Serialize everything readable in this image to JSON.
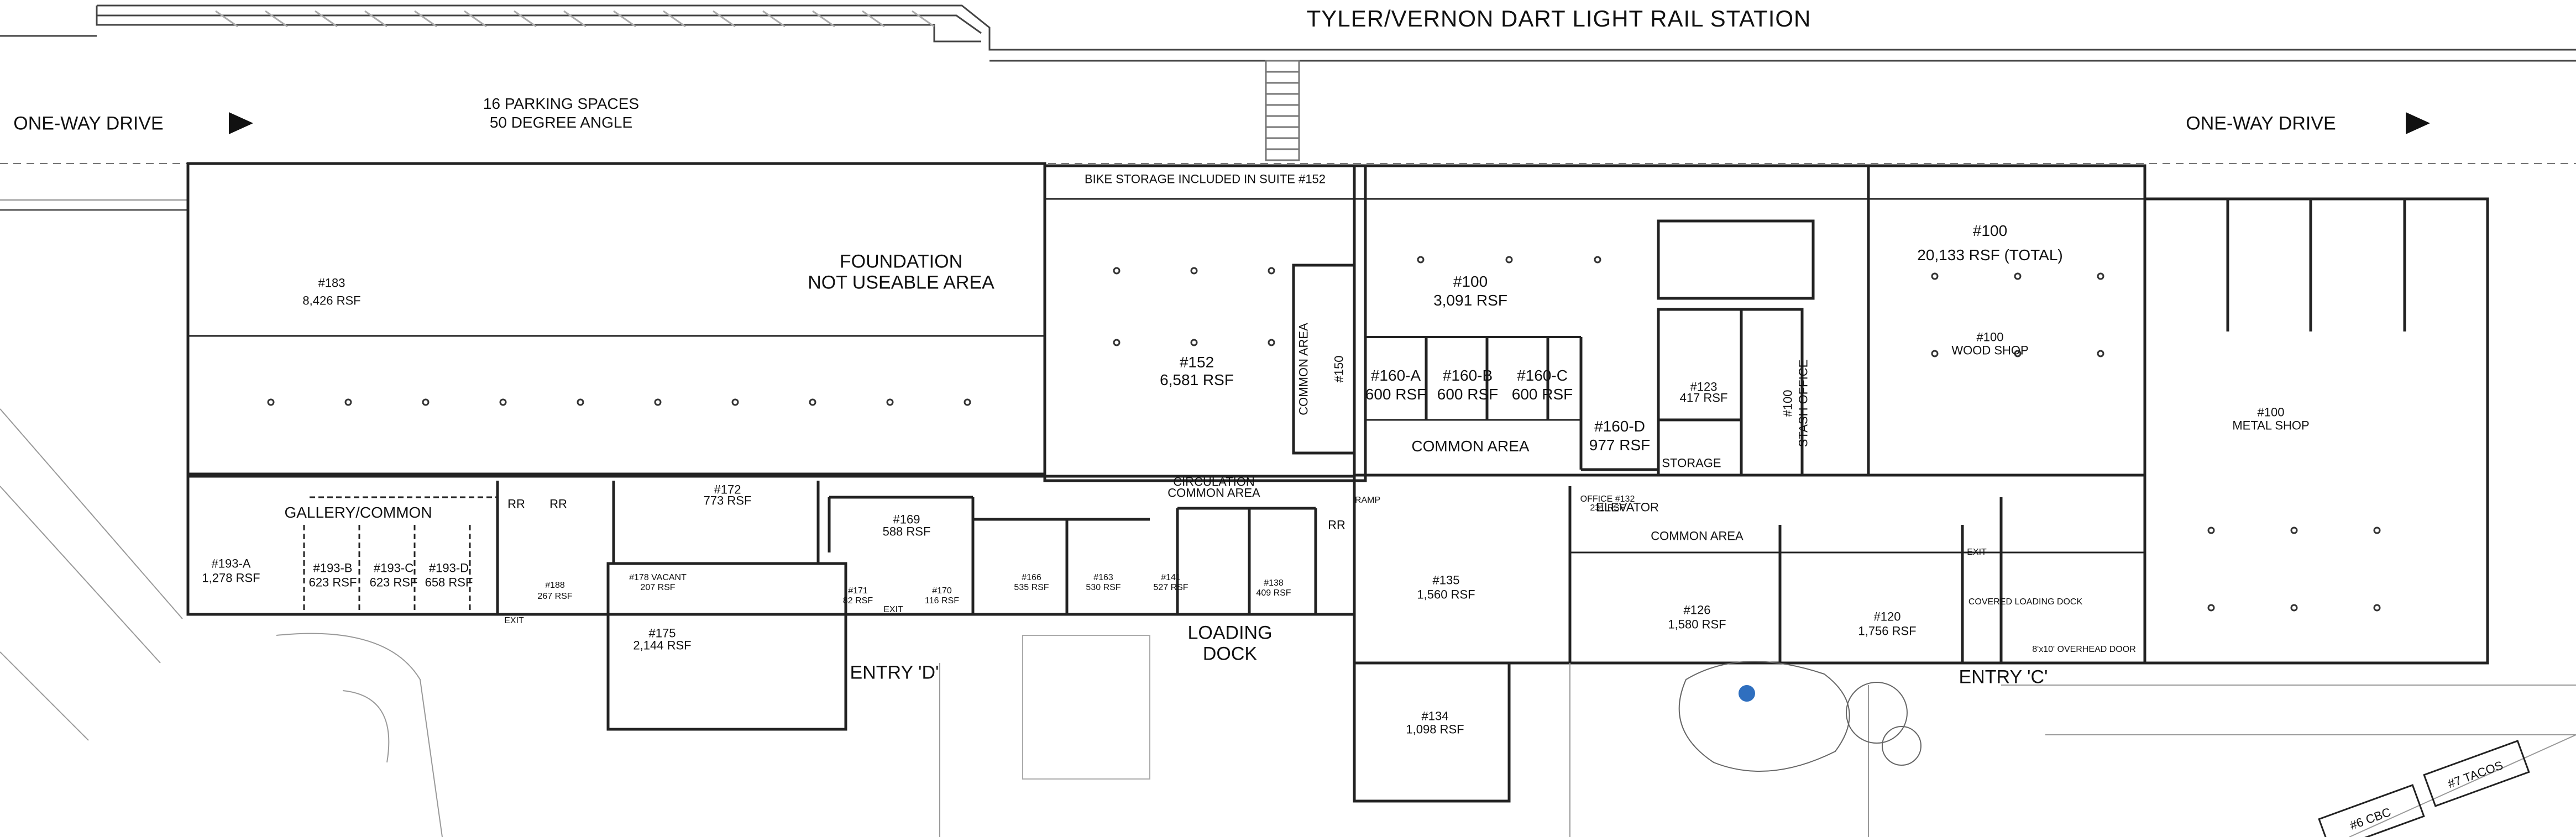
{
  "header": {
    "station": "TYLER/VERNON DART LIGHT RAIL STATION",
    "drive_left": "ONE-WAY DRIVE",
    "drive_right": "ONE-WAY DRIVE",
    "parking_line1": "16 PARKING SPACES",
    "parking_line2": "50 DEGREE ANGLE"
  },
  "site": {
    "entry_d": "ENTRY 'D'",
    "entry_c": "ENTRY 'C'",
    "loading_line1": "LOADING",
    "loading_line2": "DOCK",
    "foundation_line1": "FOUNDATION",
    "foundation_line2": "NOT USEABLE AREA",
    "bike_storage": "BIKE STORAGE INCLUDED IN SUITE #152",
    "common_area": "COMMON AREA",
    "common_area_vert": "COMMON AREA",
    "common_area_small": "COMMON AREA",
    "gallery": "GALLERY/COMMON",
    "circulation_line1": "CIRCULATION",
    "circulation_line2": "COMMON AREA",
    "elevator": "ELEVATOR",
    "storage": "STORAGE",
    "stash_office": "STASH OFFICE",
    "rr": "RR",
    "exit": "EXIT",
    "ramp": "RAMP",
    "covered_loading_dock": "COVERED LOADING DOCK",
    "overhead_door": "8'x10' OVERHEAD DOOR"
  },
  "suites": {
    "s183": {
      "num": "#183",
      "rsf": "8,426 RSF"
    },
    "s100a": {
      "num": "#100",
      "rsf": "3,091 RSF"
    },
    "s100_total": {
      "num": "#100",
      "rsf": "20,133 RSF (TOTAL)"
    },
    "s100_wood": {
      "num": "#100",
      "rsf": "WOOD SHOP"
    },
    "s100_metal": {
      "num": "#100",
      "rsf": "METAL SHOP"
    },
    "s152": {
      "num": "#152",
      "rsf": "6,581 RSF"
    },
    "s150": {
      "num": "#150"
    },
    "s160a": {
      "num": "#160-A",
      "rsf": "600 RSF"
    },
    "s160b": {
      "num": "#160-B",
      "rsf": "600 RSF"
    },
    "s160c": {
      "num": "#160-C",
      "rsf": "600 RSF"
    },
    "s160d": {
      "num": "#160-D",
      "rsf": "977 RSF"
    },
    "s123": {
      "num": "#123",
      "rsf": "417 RSF"
    },
    "s100v": {
      "num": "#100"
    },
    "s172": {
      "num": "#172",
      "rsf": "773 RSF"
    },
    "s169": {
      "num": "#169",
      "rsf": "588 RSF"
    },
    "s193a": {
      "num": "#193-A",
      "rsf": "1,278 RSF"
    },
    "s193b": {
      "num": "#193-B",
      "rsf": "623 RSF"
    },
    "s193c": {
      "num": "#193-C",
      "rsf": "623 RSF"
    },
    "s193d": {
      "num": "#193-D",
      "rsf": "658 RSF"
    },
    "s188": {
      "num": "#188",
      "rsf": "267 RSF"
    },
    "s178": {
      "num": "#178 VACANT",
      "rsf": "207 RSF"
    },
    "s175": {
      "num": "#175",
      "rsf": "2,144 RSF"
    },
    "s171": {
      "num": "#171",
      "rsf": "82 RSF"
    },
    "s170": {
      "num": "#170",
      "rsf": "116 RSF"
    },
    "s166": {
      "num": "#166",
      "rsf": "535 RSF"
    },
    "s163": {
      "num": "#163",
      "rsf": "530 RSF"
    },
    "s141": {
      "num": "#141",
      "rsf": "527 RSF"
    },
    "s138": {
      "num": "#138",
      "rsf": "409 RSF"
    },
    "s135": {
      "num": "#135",
      "rsf": "1,560 RSF"
    },
    "s134": {
      "num": "#134",
      "rsf": "1,098 RSF"
    },
    "s126": {
      "num": "#126",
      "rsf": "1,580 RSF"
    },
    "s120": {
      "num": "#120",
      "rsf": "1,756 RSF"
    },
    "s132": {
      "num": "OFFICE #132",
      "rsf": "231 RSF"
    }
  },
  "offsite": {
    "tacos": "#7 TACOS",
    "cbc": "#6 CBC"
  }
}
